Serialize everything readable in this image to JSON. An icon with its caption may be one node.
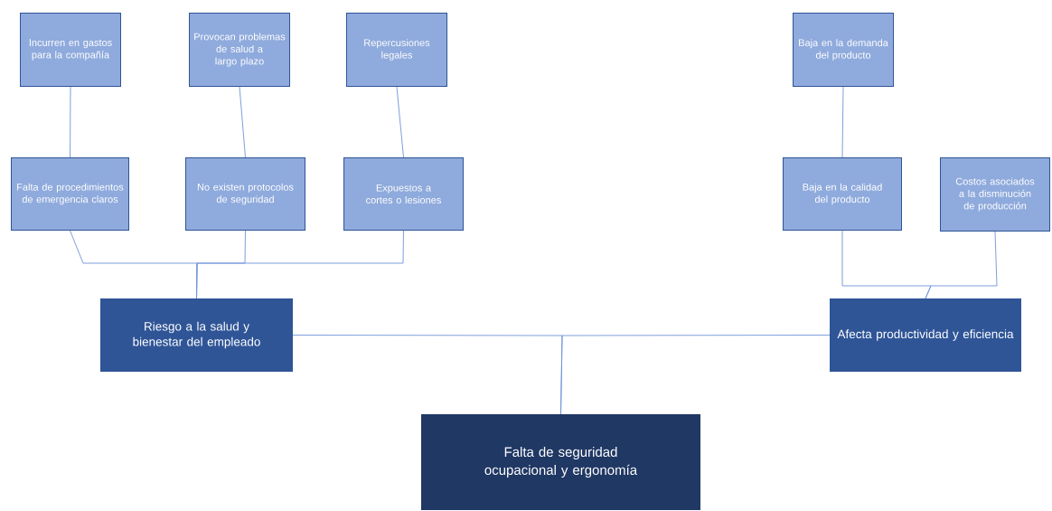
{
  "diagram": {
    "nodes": [
      {
        "text": [
          "Incurren en gastos para la compañía"
        ]
      },
      {
        "text": [
          "Provocan problemas de salud a largo plazo"
        ]
      },
      {
        "text": [
          "Repercusiones legales"
        ]
      },
      {
        "text": [
          "Baja en la demanda del producto"
        ]
      },
      {
        "text": [
          "Falta de procedimientos de emergencia claros"
        ]
      },
      {
        "text": [
          "No existen protocolos de seguridad"
        ]
      },
      {
        "text": [
          "Expuestos a cortes o lesiones"
        ]
      },
      {
        "text": [
          "Baja en la calidad del producto"
        ]
      },
      {
        "text": [
          "Costos asociados a la disminución de producción"
        ]
      },
      {
        "text": [
          "Riesgo a la salud y bienestar del empleado"
        ]
      },
      {
        "text": [
          "Afecta productividad  y eficiencia"
        ]
      },
      {
        "text": [
          "Falta de seguridad ocupacional y ergonomía"
        ]
      }
    ],
    "edges": [
      {
        "from": 0,
        "to": 4,
        "arrow": "none"
      },
      {
        "from": 1,
        "to": 5,
        "arrow": "none"
      },
      {
        "from": 2,
        "to": 6,
        "arrow": "none"
      },
      {
        "from": 3,
        "to": 7,
        "arrow": "none"
      },
      {
        "from": 4,
        "to": 9,
        "arrow": "none"
      },
      {
        "from": 5,
        "to": 9,
        "arrow": "none"
      },
      {
        "from": 6,
        "to": 9,
        "arrow": "none"
      },
      {
        "from": 7,
        "to": 10,
        "arrow": "none"
      },
      {
        "from": 8,
        "to": 10,
        "arrow": "none"
      },
      {
        "from": 9,
        "to": 11,
        "arrow": "none"
      },
      {
        "from": 10,
        "to": 11,
        "arrow": "none"
      }
    ]
  }
}
